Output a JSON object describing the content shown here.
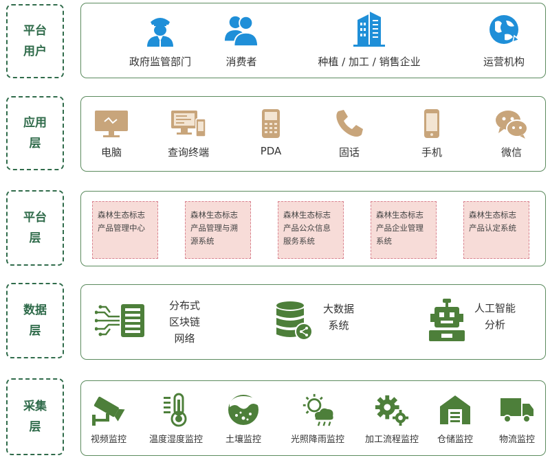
{
  "layers": [
    {
      "label_lines": [
        "平台",
        "用户"
      ]
    },
    {
      "label_lines": [
        "应用",
        "层"
      ]
    },
    {
      "label_lines": [
        "平台",
        "层"
      ]
    },
    {
      "label_lines": [
        "数据",
        "层"
      ]
    },
    {
      "label_lines": [
        "采集",
        "层"
      ]
    }
  ],
  "users": [
    {
      "label": "政府监管部门",
      "icon": "government-officer-icon"
    },
    {
      "label": "消费者",
      "icon": "consumer-icon"
    },
    {
      "label": "种植 / 加工 / 销售企业",
      "icon": "enterprise-building-icon"
    },
    {
      "label": "运营机构",
      "icon": "operator-globe-icon"
    }
  ],
  "apps": [
    {
      "label": "电脑",
      "icon": "computer-icon"
    },
    {
      "label": "查询终端",
      "icon": "query-terminal-icon"
    },
    {
      "label": "PDA",
      "icon": "pda-icon"
    },
    {
      "label": "固话",
      "icon": "landline-phone-icon"
    },
    {
      "label": "手机",
      "icon": "mobile-phone-icon"
    },
    {
      "label": "微信",
      "icon": "wechat-icon"
    }
  ],
  "platform_cards": [
    {
      "lines": [
        "森林生态标志",
        "产品管理中心"
      ]
    },
    {
      "lines": [
        "森林生态标志",
        "产品管理与溯",
        "源系统"
      ]
    },
    {
      "lines": [
        "森林生态标志",
        "产品公众信息",
        "服务系统"
      ]
    },
    {
      "lines": [
        "森林生态标志",
        "产品企业管理",
        "系统"
      ]
    },
    {
      "lines": [
        "森林生态标志",
        "产品认定系统"
      ]
    }
  ],
  "data_items": [
    {
      "lines": [
        "分布式",
        "区块链",
        "网络"
      ],
      "icon": "blockchain-server-icon"
    },
    {
      "lines": [
        "大数据",
        "系统"
      ],
      "icon": "database-icon"
    },
    {
      "lines": [
        "人工智能",
        "分析"
      ],
      "icon": "robot-icon"
    }
  ],
  "collect": [
    {
      "label": "视频监控",
      "icon": "camera-icon"
    },
    {
      "label": "温度湿度监控",
      "icon": "thermometer-icon"
    },
    {
      "label": "土壤监控",
      "icon": "soil-icon"
    },
    {
      "label": "光照降雨监控",
      "icon": "sun-rain-icon"
    },
    {
      "label": "加工流程监控",
      "icon": "gears-icon"
    },
    {
      "label": "仓储监控",
      "icon": "warehouse-icon"
    },
    {
      "label": "物流监控",
      "icon": "truck-icon"
    }
  ],
  "colors": {
    "label_green": "#2f6b4a",
    "box_border": "#5a8a5d",
    "user_blue": "#1f8fd8",
    "app_tan": "#c8a57b",
    "card_fill": "#f7dcd8",
    "card_border": "#d9828f",
    "icon_green": "#4d7f3a"
  }
}
